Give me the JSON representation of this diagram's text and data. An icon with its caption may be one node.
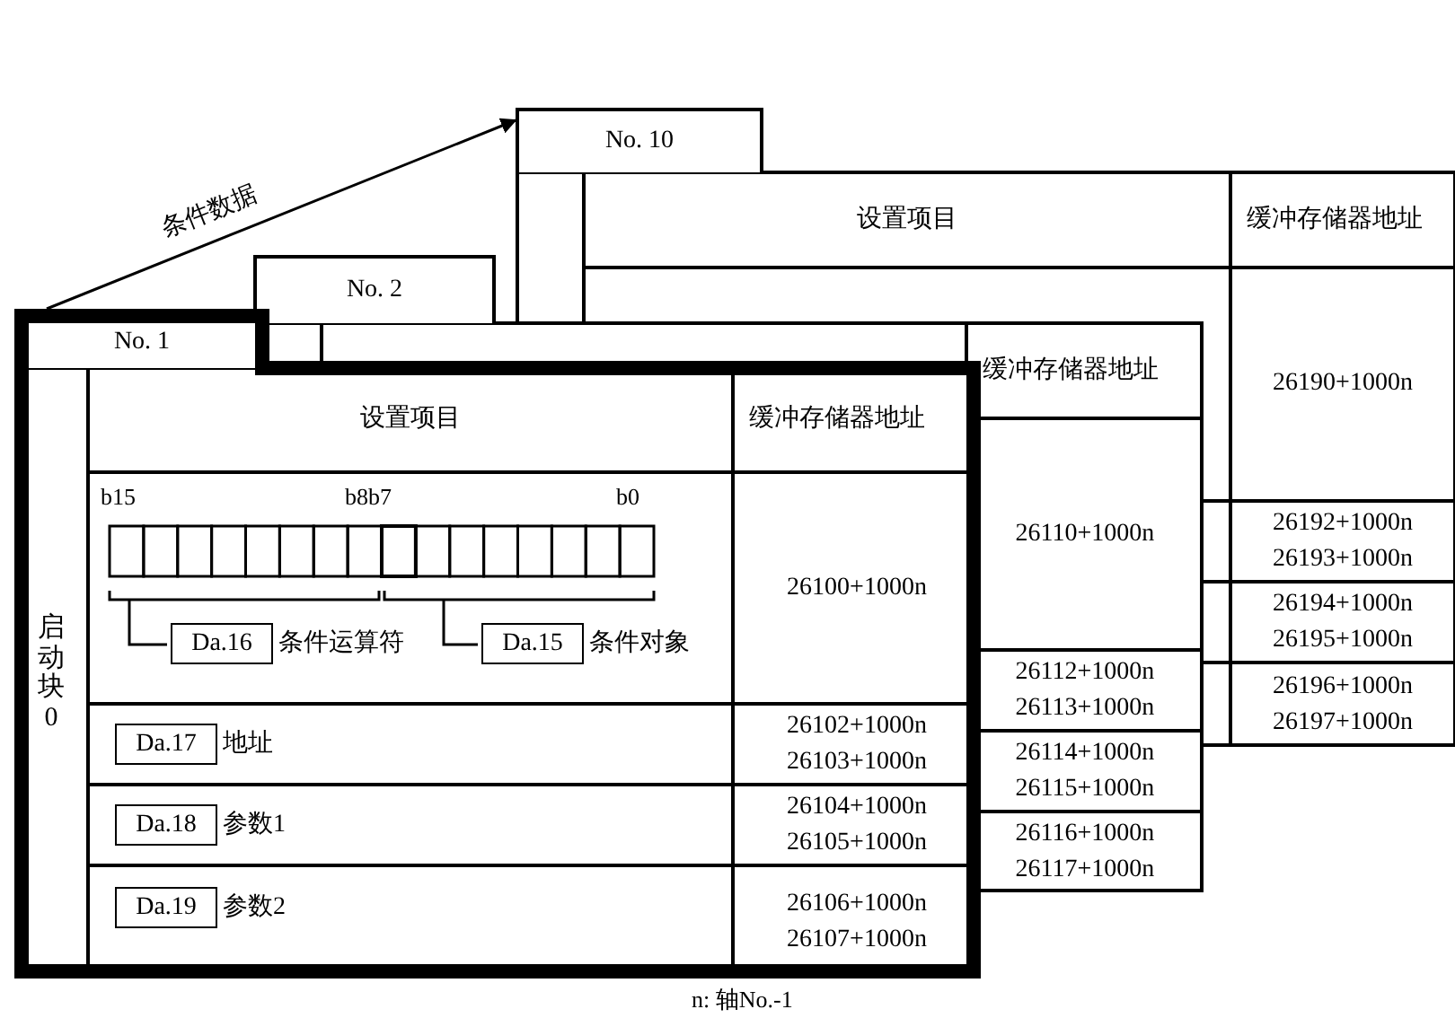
{
  "diagram": {
    "caption": "n: 轴No.-1",
    "nodes": [
      {
        "text": [
          "No. 10"
        ]
      },
      {
        "text": [
          "设置项目"
        ],
        "in": 0
      },
      {
        "text": [
          "缓冲存储器地址"
        ],
        "in": 0
      },
      {
        "text": [
          "26190+1000n"
        ],
        "in": 0
      },
      {
        "text": [
          "26192+1000n 26193+1000n"
        ],
        "in": 0
      },
      {
        "text": [
          "26194+1000n 26195+1000n"
        ],
        "in": 0
      },
      {
        "text": [
          "26196+1000n 26197+1000n"
        ],
        "in": 0
      },
      {
        "text": [
          "No. 2"
        ]
      },
      {
        "text": [
          "缓冲存储器地址"
        ]
      },
      {
        "text": [
          "26110+1000n"
        ]
      },
      {
        "text": [
          "26112+1000n 26113+1000n"
        ]
      },
      {
        "text": [
          "26114+1000n 26115+1000n"
        ],
        "in": 7
      },
      {
        "text": [
          "26116+1000n 26117+1000n"
        ],
        "in": 7
      },
      {
        "text": [
          "No. 1"
        ]
      },
      {
        "text": [
          "启动块0"
        ],
        "in": 13
      },
      {
        "text": [
          "设置项目"
        ],
        "in": 13
      },
      {
        "text": [
          "缓冲存储器地址"
        ]
      },
      {
        "text": [
          "Da.16"
        ],
        "beside": [
          "条件运算符"
        ],
        "in": 13
      },
      {
        "text": [
          "Da.15"
        ],
        "beside": [
          "条件对象"
        ]
      },
      {
        "text": [
          "26100+1000n"
        ]
      },
      {
        "text": [
          "Da.17"
        ],
        "beside": [
          "地址"
        ],
        "in": 13
      },
      {
        "text": [
          "26102+1000n 26103+1000n"
        ]
      },
      {
        "text": [
          "Da.18"
        ],
        "beside": [
          "参数1"
        ],
        "in": 13
      },
      {
        "text": [
          "26104+1000n 26105+1000n"
        ]
      },
      {
        "text": [
          "Da.19"
        ],
        "beside": [
          "参数2"
        ],
        "in": 13
      },
      {
        "text": [
          "26106+1000n 26107+1000n"
        ],
        "in": 13
      }
    ],
    "edges": [
      {
        "from": 13,
        "to": 0,
        "arrow": "to",
        "label": "条件数据"
      }
    ],
    "labels": [
      "b15",
      "b8b7",
      "b0"
    ]
  }
}
